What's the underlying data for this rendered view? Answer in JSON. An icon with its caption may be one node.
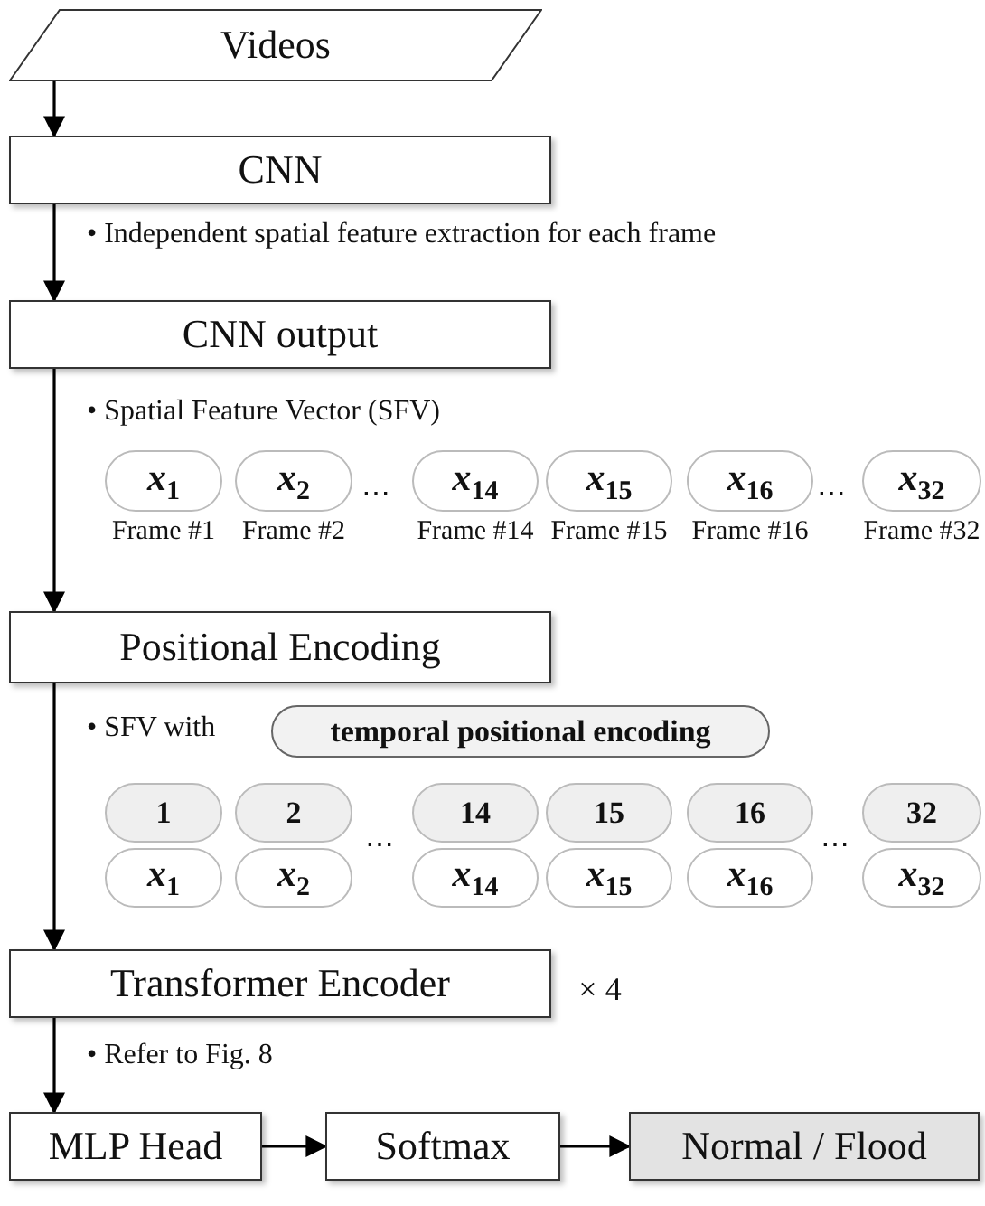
{
  "diagram": {
    "nodes": [
      {
        "text": [
          "Videos"
        ]
      },
      {
        "text": [
          "CNN"
        ]
      },
      {
        "text": [
          "CNN output"
        ]
      },
      {
        "text": [
          "Positional Encoding"
        ]
      },
      {
        "text": [
          "Transformer Encoder"
        ],
        "beside": [
          "× 4"
        ]
      },
      {
        "text": [
          "MLP Head"
        ]
      },
      {
        "text": [
          "Softmax"
        ]
      },
      {
        "text": [
          "Normal / Flood"
        ]
      },
      {
        "text": [
          "*x*$_{1}$"
        ],
        "beside": [
          "Frame #1"
        ]
      },
      {
        "text": [
          "*x*$_{2}$"
        ],
        "beside": [
          "Frame #2"
        ]
      },
      {
        "text": [
          "*x*$_{14}$"
        ],
        "beside": [
          "Frame #14"
        ]
      },
      {
        "text": [
          "*x*$_{15}$"
        ],
        "beside": [
          "Frame #15"
        ]
      },
      {
        "text": [
          "*x*$_{16}$"
        ],
        "beside": [
          "Frame #16"
        ]
      },
      {
        "text": [
          "*x*$_{32}$"
        ],
        "beside": [
          "Frame #32"
        ]
      },
      {
        "text": [
          "temporal positional encoding"
        ]
      },
      {
        "text": [
          "1"
        ]
      },
      {
        "text": [
          "2"
        ]
      },
      {
        "text": [
          "14"
        ]
      },
      {
        "text": [
          "15"
        ]
      },
      {
        "text": [
          "16"
        ]
      },
      {
        "text": [
          "32"
        ]
      },
      {
        "text": [
          "*x*$_{1}$"
        ]
      },
      {
        "text": [
          "*x*$_{2}$"
        ]
      },
      {
        "text": [
          "*x*$_{14}$"
        ]
      },
      {
        "text": [
          "*x*$_{15}$"
        ]
      },
      {
        "text": [
          "*x*$_{16}$"
        ]
      },
      {
        "text": [
          "*x*$_{32}$"
        ]
      }
    ],
    "edges": [
      {
        "from": 0,
        "to": 1,
        "arrow": "to"
      },
      {
        "from": 1,
        "to": 2,
        "arrow": "to"
      },
      {
        "from": 2,
        "to": 3,
        "arrow": "to"
      },
      {
        "from": 3,
        "to": 4,
        "arrow": "to"
      },
      {
        "from": 4,
        "to": 5,
        "arrow": "to"
      },
      {
        "from": 5,
        "to": 6,
        "arrow": "to"
      },
      {
        "from": 6,
        "to": 7,
        "arrow": "to"
      }
    ],
    "labels": [
      "• Independent spatial feature extraction for each frame",
      "• Spatial Feature Vector (SFV)",
      "⋯",
      "⋯",
      "• SFV with",
      "⋯",
      "⋯",
      "• Refer to Fig. 8"
    ]
  }
}
